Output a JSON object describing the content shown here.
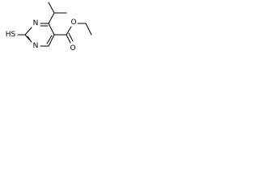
{
  "molecule": {
    "atom_labels": {
      "thiol": "HS",
      "n_upper": "N",
      "n_lower": "N",
      "carbonyl_o": "O",
      "ester_o": "O"
    }
  }
}
